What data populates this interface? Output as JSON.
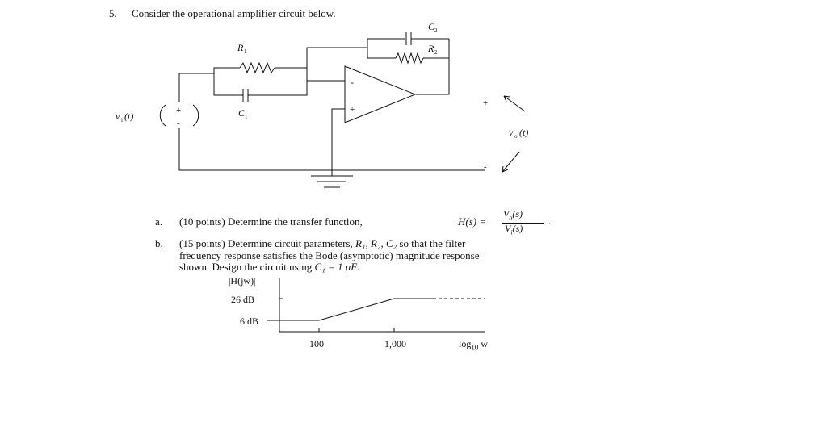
{
  "problem": {
    "number": "5.",
    "statement": "Consider the operational amplifier circuit below."
  },
  "circuit": {
    "labels": {
      "r1": "R",
      "r1_sub": "1",
      "r2": "R",
      "r2_sub": "2",
      "c1": "C",
      "c1_sub": "1",
      "c2": "C",
      "c2_sub": "2",
      "vi": "v",
      "vi_sub": "i",
      "vi_arg": "(t)",
      "vo": "v",
      "vo_sub": "o",
      "vo_arg": "(t)",
      "src_plus": "+",
      "src_minus": "-",
      "opamp_minus": "-",
      "opamp_plus": "+",
      "out_plus": "+",
      "out_minus": "-"
    }
  },
  "parts": {
    "a": {
      "marker": "a.",
      "text": "(10 points) Determine the transfer function,",
      "hs": "H(s) =",
      "num": "V",
      "num_sub": "o",
      "num_arg": "(s)",
      "den": "V",
      "den_sub": "i",
      "den_arg": "(s)",
      "end": "."
    },
    "b": {
      "marker": "b.",
      "line1_pre": "(15 points) Determine circuit parameters,",
      "line1_vars": "R₁, R₂, C₂",
      "line1_post": "so that the filter",
      "line2": "frequency response satisfies the Bode (asymptotic) magnitude response",
      "line3_pre": "shown. Design the circuit using",
      "line3_eq": "C₁ = 1 μF",
      "line3_end": "."
    }
  },
  "bode": {
    "ylabel": "|H(jw)|",
    "xlabel": "log",
    "xlabel_sub": "10",
    "xlabel_tail": "w"
  },
  "chart_data": {
    "type": "line",
    "title": "",
    "ylabel": "|H(jw)|",
    "xlabel": "log10 w",
    "x_scale": "log",
    "x_ticks": [
      "100",
      "1,000"
    ],
    "y_ticks": [
      "26 dB",
      "6 dB"
    ],
    "series": [
      {
        "x": [
          20,
          100,
          1000,
          10000
        ],
        "y": [
          6,
          6,
          26,
          26
        ]
      }
    ]
  }
}
